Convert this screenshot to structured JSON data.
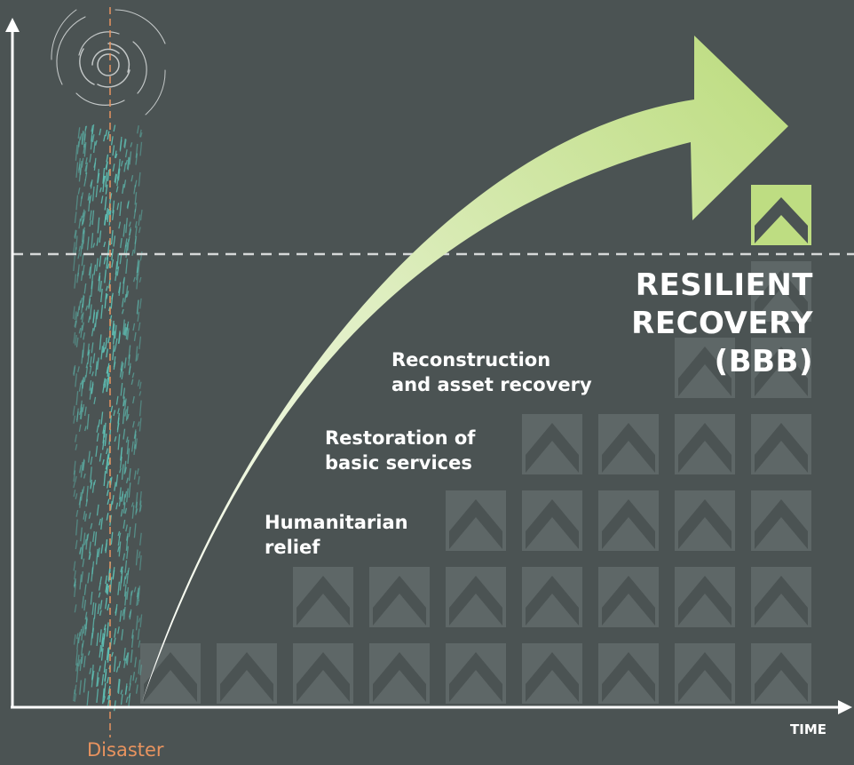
{
  "title_lines": [
    "RESILIENT",
    "RECOVERY",
    "(BBB)"
  ],
  "phases": {
    "reconstruction": [
      "Reconstruction",
      "and asset recovery"
    ],
    "restoration": [
      "Restoration of",
      "basic services"
    ],
    "humanitarian": [
      "Humanitarian",
      "relief"
    ]
  },
  "axis": {
    "x_label": "TIME"
  },
  "event": {
    "label": "Disaster"
  },
  "colors": {
    "background": "#4b5353",
    "axis": "#ffffff",
    "arrow_start": "#ffffff",
    "arrow_end": "#bedd82",
    "tile": "#5e6767",
    "chevron": "#4b5353",
    "threshold": "#d5d8d8",
    "event_line": "#e8935f",
    "rain": "#5fc4b8",
    "badge": "#bedd82"
  },
  "icons": {
    "storm": "spiral-storm-icon",
    "badge": "up-chevron-icon"
  }
}
